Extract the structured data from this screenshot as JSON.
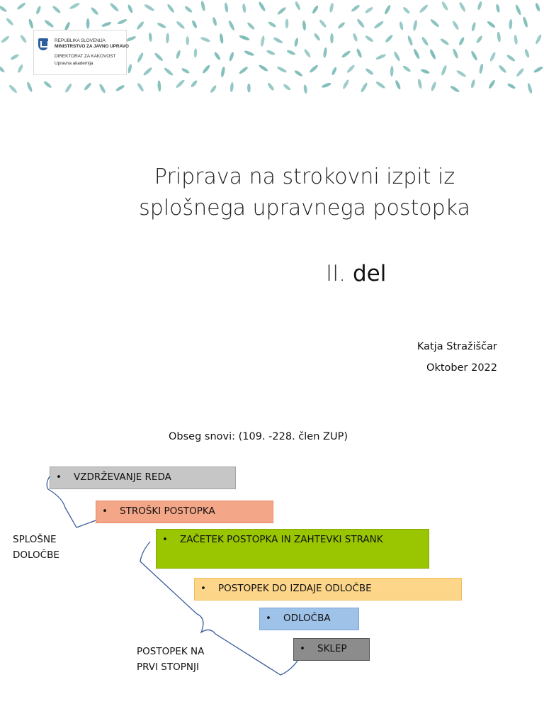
{
  "logo": {
    "line1": "REPUBLIKA SLOVENIJA",
    "line2": "MINISTRSTVO ZA JAVNO UPRAVO",
    "line3": "DIREKTORAT ZA KAKOVOST",
    "line4": "Upravna akademija"
  },
  "title": {
    "line1": "Priprava na strokovni izpit iz",
    "line2": "splošnega upravnega postopka"
  },
  "part": {
    "roman": "II.",
    "word": "del"
  },
  "author": {
    "name": "Katja Stražiščar",
    "date": "Oktober 2022"
  },
  "scope": "Obseg snovi:  (109. -228. člen ZUP)",
  "diagram": {
    "items": [
      {
        "label": "VZDRŽEVANJE REDA",
        "color": "#c6c6c6"
      },
      {
        "label": "STROŠKI POSTOPKA",
        "color": "#f4a788"
      },
      {
        "label": "ZAČETEK POSTOPKA IN ZAHTEVKI STRANK",
        "color": "#99c600"
      },
      {
        "label": "POSTOPEK DO IZDAJE ODLOČBE",
        "color": "#fdd68a"
      },
      {
        "label": "ODLOČBA",
        "color": "#9fc3e8"
      },
      {
        "label": "SKLEP",
        "color": "#8c8c8c"
      }
    ],
    "bullet": "•",
    "group_general": {
      "line1": "SPLOŠNE",
      "line2": "DOLOČBE"
    },
    "group_first": {
      "line1": "POSTOPEK NA",
      "line2": "PRVI STOPNJI"
    }
  },
  "colors": {
    "leaf": "#7fbdb9",
    "brace": "#3a5c9c"
  }
}
